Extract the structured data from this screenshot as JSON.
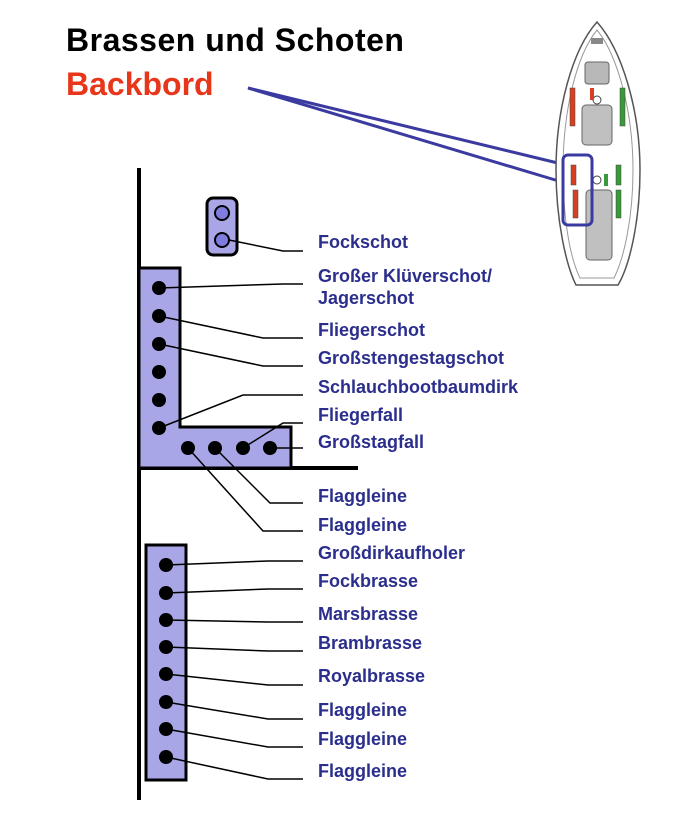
{
  "title": "Brassen und Schoten",
  "subtitle": "Backbord",
  "colors": {
    "accent_red": "#e8361a",
    "label_blue": "#2b2e8c",
    "rail_fill": "#a9a6e8",
    "pin_color": "#000000",
    "connector_blue": "#3a3aa0"
  },
  "labels": {
    "fockschot": "Fockschot",
    "klueverschot_line1": "Großer Klüverschot/",
    "klueverschot_line2": "Jagerschot",
    "fliegerschot": "Fliegerschot",
    "grossstengestagschot": "Großstengestagschot",
    "schlauchbootbaumdirk": "Schlauchbootbaumdirk",
    "fliegerfall": "Fliegerfall",
    "grossstagfall": "Großstagfall",
    "flaggleine_1": "Flaggleine",
    "flaggleine_2": "Flaggleine",
    "grossdirkaufholer": "Großdirkaufholer",
    "fockbrasse": "Fockbrasse",
    "marsbrasse": "Marsbrasse",
    "brambrasse": "Brambrasse",
    "royalbrasse": "Royalbrasse",
    "flaggleine_3": "Flaggleine",
    "flaggleine_4": "Flaggleine",
    "flaggleine_5": "Flaggleine"
  },
  "icons": {
    "ship_plan": "ship-plan-icon"
  }
}
